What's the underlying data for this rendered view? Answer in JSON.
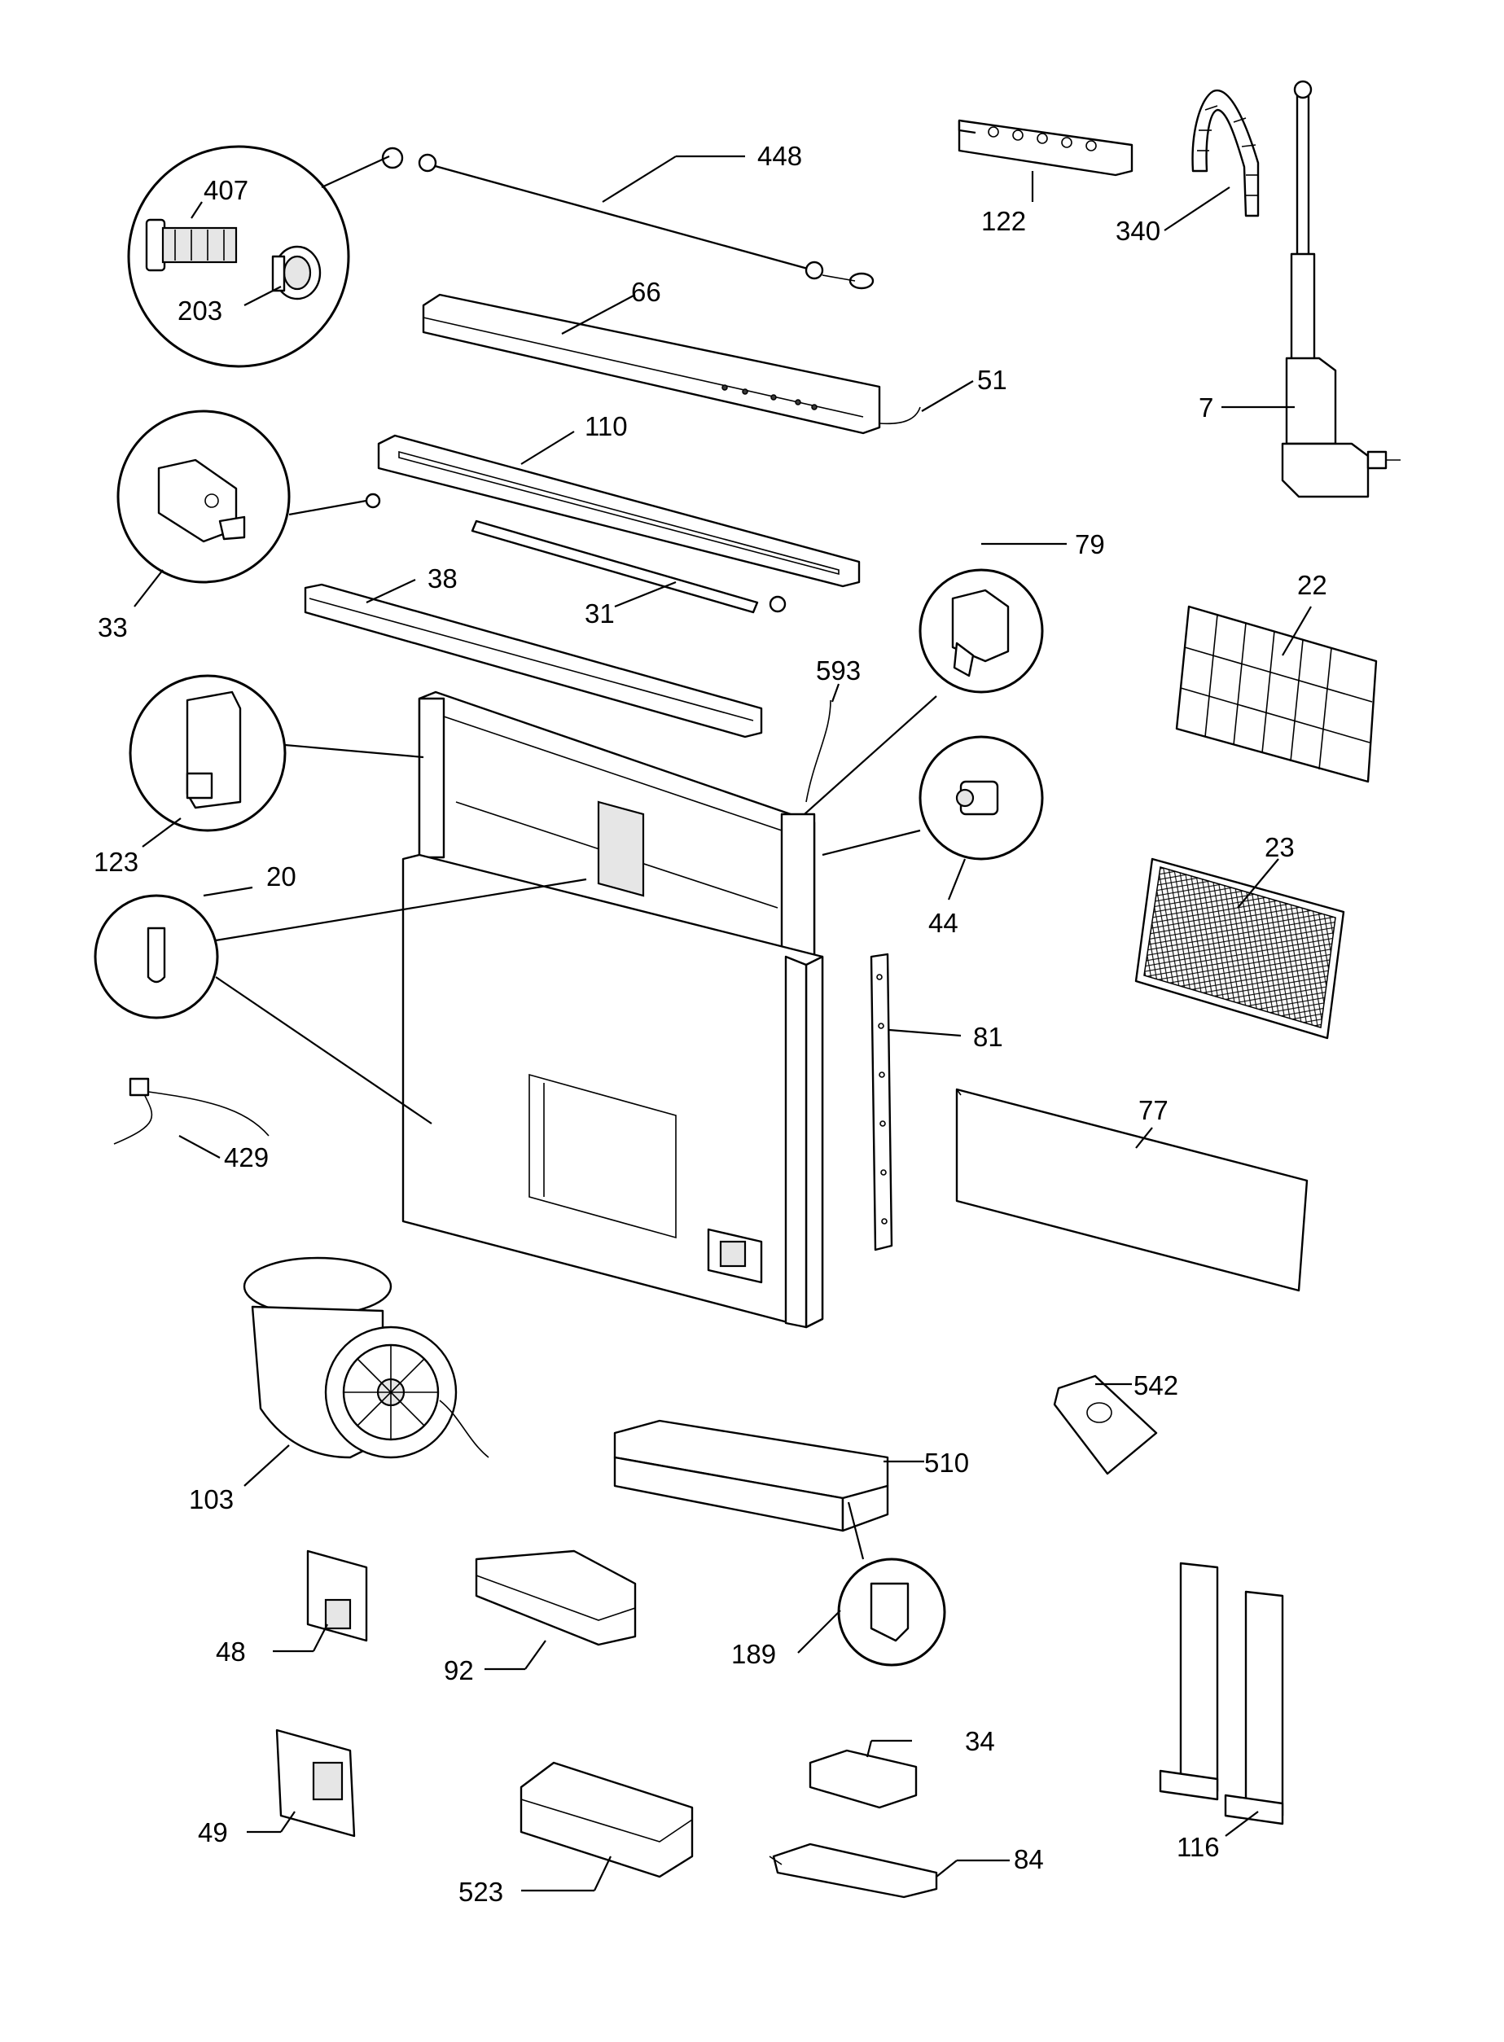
{
  "labels": [
    "448",
    "407",
    "203",
    "122",
    "340",
    "66",
    "51",
    "7",
    "110",
    "33",
    "38",
    "31",
    "79",
    "22",
    "593",
    "123",
    "20",
    "44",
    "23",
    "81",
    "429",
    "77",
    "542",
    "103",
    "510",
    "48",
    "92",
    "189",
    "116",
    "34",
    "49",
    "523",
    "84"
  ]
}
